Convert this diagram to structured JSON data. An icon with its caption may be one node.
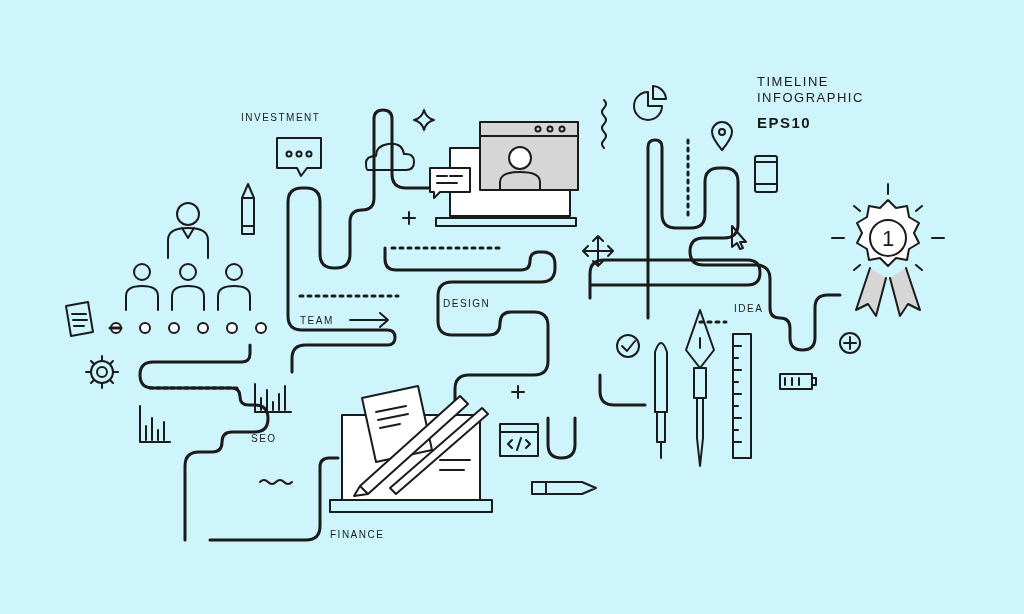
{
  "diagram": {
    "title": "TIMELINE INFOGRAPHIC",
    "labels": [
      "EPS10",
      "INVESTMENT",
      "TEAM",
      "DESIGN",
      "IDEA",
      "SEO",
      "FINANCE",
      "1"
    ]
  }
}
